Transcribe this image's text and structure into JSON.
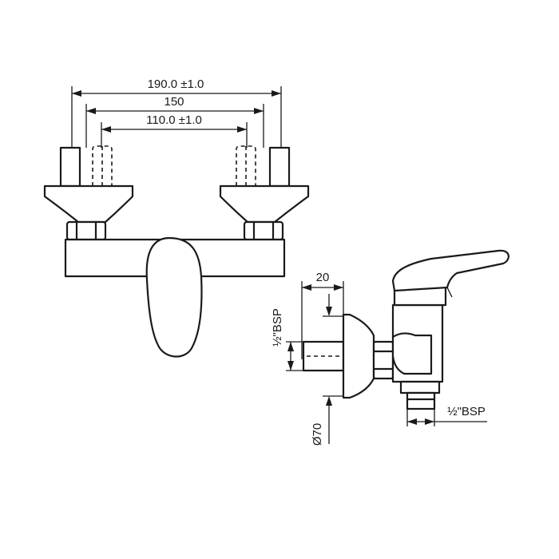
{
  "front_view": {
    "dim_outer": "190.0 ±1.0",
    "dim_mid": "150",
    "dim_inner": "110.0 ±1.0"
  },
  "side_view": {
    "dim_depth": "20",
    "dim_inlet_thread": "½\"BSP",
    "dim_flange": "Ø70",
    "dim_outlet_thread": "½\"BSP"
  }
}
